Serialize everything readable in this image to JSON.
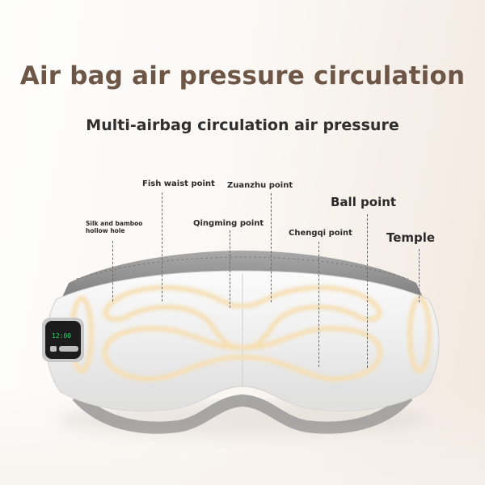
{
  "title": "Air bag air pressure circulation",
  "subtitle": "Multi-airbag circulation air pressure",
  "callouts": [
    {
      "id": "silk-bamboo",
      "label_line1": "Silk and bamboo",
      "label_line2": "hollow hole"
    },
    {
      "id": "fish-waist",
      "label": "Fish waist point"
    },
    {
      "id": "zuanzhu",
      "label": "Zuanzhu point"
    },
    {
      "id": "qingming",
      "label": "Qingming point"
    },
    {
      "id": "ball",
      "label": "Ball point"
    },
    {
      "id": "chengqi",
      "label": "Chengqi point"
    },
    {
      "id": "temple",
      "label": "Temple"
    }
  ],
  "device": {
    "display_digits": "12:00",
    "display_color": "#2fd36a",
    "airbag_glow_color": "#f6dfb4",
    "strap_color": "#8f8f8f",
    "body_color": "#f3f3f3"
  },
  "colors": {
    "title": "#6e5646",
    "subtitle": "#2f2f2f",
    "label": "#2a2a2a"
  }
}
